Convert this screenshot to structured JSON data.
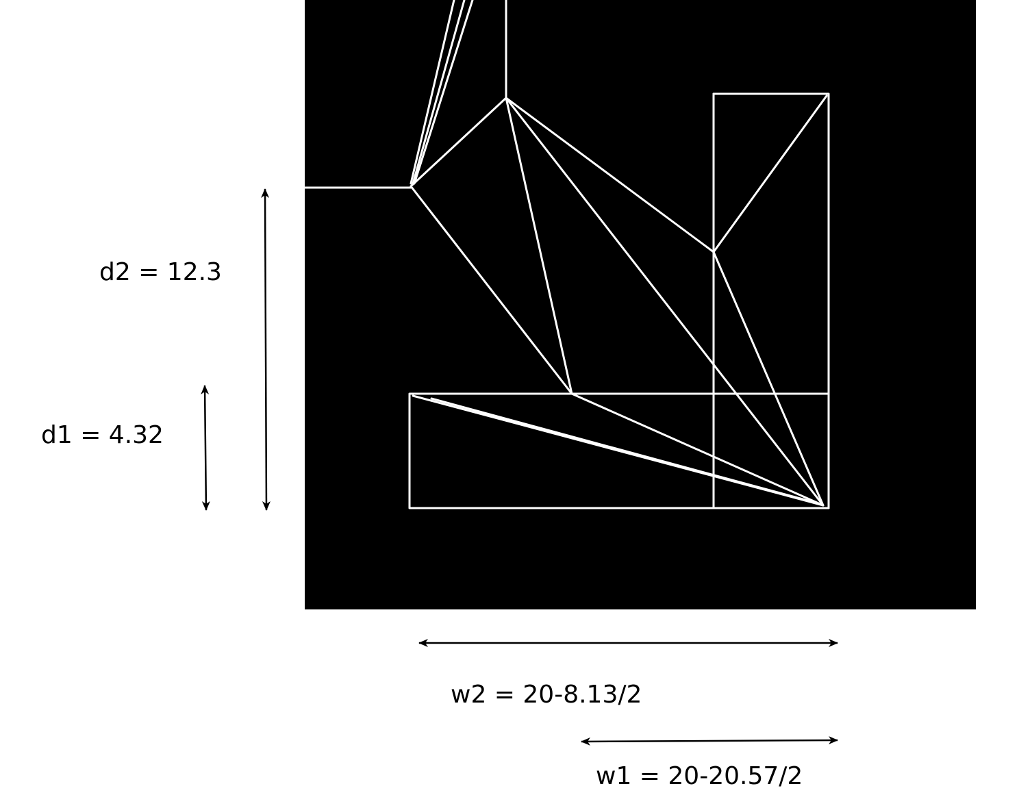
{
  "colors": {
    "canvas_background": "#000000",
    "mesh_lines": "#ffffff",
    "annotation": "#000000",
    "page_background": "#ffffff"
  },
  "labels": {
    "d2": "d2 = 12.3",
    "d1": "d1 = 4.32",
    "w2": "w2 = 20-8.13/2",
    "w1": "w1 = 20-20.57/2"
  }
}
